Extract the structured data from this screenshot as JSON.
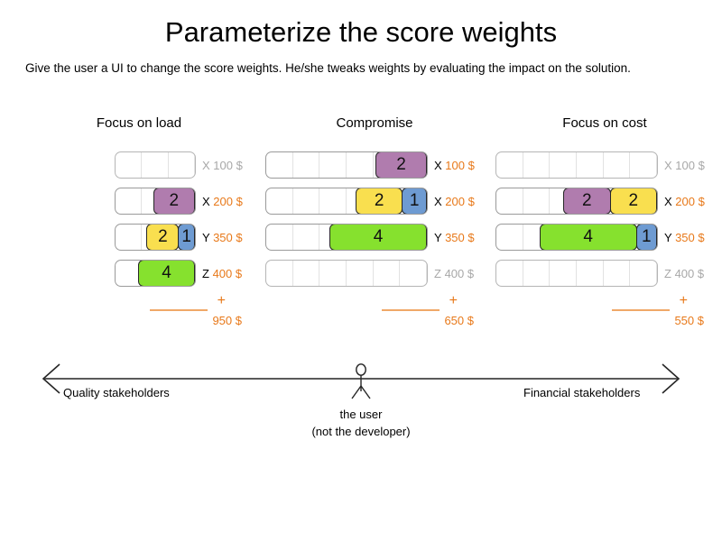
{
  "header": {
    "title": "Parameterize the score weights",
    "subtitle": "Give the user a UI to change the score weights. He/she tweaks weights by evaluating the impact on the solution."
  },
  "colors": {
    "purple": "#b07cae",
    "yellow": "#f9df4f",
    "blue": "#6e9bd2",
    "green": "#86e12e",
    "accent_orange": "#e8791a",
    "muted_grey": "#a8a8a8"
  },
  "columns": [
    {
      "heading": "Focus on load",
      "rows": [
        {
          "key": "X",
          "price": "100 $",
          "empty": true,
          "segments": []
        },
        {
          "key": "X",
          "price": "200 $",
          "empty": false,
          "segments": [
            {
              "value": "2",
              "color": "purple"
            }
          ]
        },
        {
          "key": "Y",
          "price": "350 $",
          "empty": false,
          "segments": [
            {
              "value": "2",
              "color": "yellow"
            },
            {
              "value": "1",
              "color": "blue"
            }
          ]
        },
        {
          "key": "Z",
          "price": "400 $",
          "empty": false,
          "segments": [
            {
              "value": "4",
              "color": "green"
            }
          ]
        }
      ],
      "plus": "+",
      "total": "950 $"
    },
    {
      "heading": "Compromise",
      "rows": [
        {
          "key": "X",
          "price": "100 $",
          "empty": false,
          "segments": [
            {
              "value": "2",
              "color": "purple"
            }
          ]
        },
        {
          "key": "X",
          "price": "200 $",
          "empty": false,
          "segments": [
            {
              "value": "2",
              "color": "yellow"
            },
            {
              "value": "1",
              "color": "blue"
            }
          ]
        },
        {
          "key": "Y",
          "price": "350 $",
          "empty": false,
          "segments": [
            {
              "value": "4",
              "color": "green"
            }
          ]
        },
        {
          "key": "Z",
          "price": "400 $",
          "empty": true,
          "segments": []
        }
      ],
      "plus": "+",
      "total": "650 $"
    },
    {
      "heading": "Focus on cost",
      "rows": [
        {
          "key": "X",
          "price": "100 $",
          "empty": true,
          "segments": []
        },
        {
          "key": "X",
          "price": "200 $",
          "empty": false,
          "segments": [
            {
              "value": "2",
              "color": "purple"
            },
            {
              "value": "2",
              "color": "yellow"
            }
          ]
        },
        {
          "key": "Y",
          "price": "350 $",
          "empty": false,
          "segments": [
            {
              "value": "4",
              "color": "green"
            },
            {
              "value": "1",
              "color": "blue"
            }
          ]
        },
        {
          "key": "Z",
          "price": "400 $",
          "empty": true,
          "segments": []
        }
      ],
      "plus": "+",
      "total": "550 $"
    }
  ],
  "axis": {
    "left_label": "Quality stakeholders",
    "right_label": "Financial stakeholders",
    "user_line1": "the user",
    "user_line2": "(not the developer)"
  }
}
